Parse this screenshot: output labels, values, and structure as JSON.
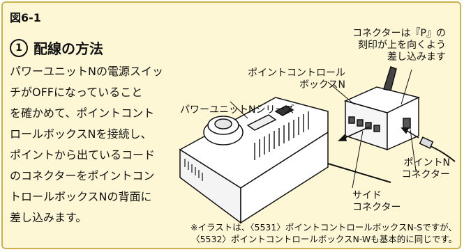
{
  "figure": {
    "title": "図6-1"
  },
  "section": {
    "number": "1",
    "title": "配線の方法"
  },
  "body_lines": [
    "パワーユニットNの電源スイッ",
    "チがOFFになっていること",
    "を確かめて、ポイントコント",
    "ロールボックスNを接続し、",
    "ポイントから出ているコード",
    "のコネクターをポイントコン",
    "トロールボックスNの背面に",
    "差し込みます。"
  ],
  "labels": {
    "connector_note": [
      "コネクターは『P』の",
      "刻印が上を向くよう",
      "差し込みます"
    ],
    "control_box": [
      "ポイントコントロール",
      "ボックスN"
    ],
    "power_unit": "パワーユニットNシリーズ",
    "point_connector": [
      "ポイントN",
      "コネクター"
    ],
    "side_connector": [
      "サイド",
      "コネクター"
    ]
  },
  "footnote": [
    "※イラストは、〈5531〉ポイントコントロールボックスN-Sですが、",
    "〈5532〉ポイントコントロールボックスN-Wも基本的に同じです。"
  ],
  "colors": {
    "panel_bg": "#fdf7d6",
    "panel_border": "#c9b24b"
  }
}
